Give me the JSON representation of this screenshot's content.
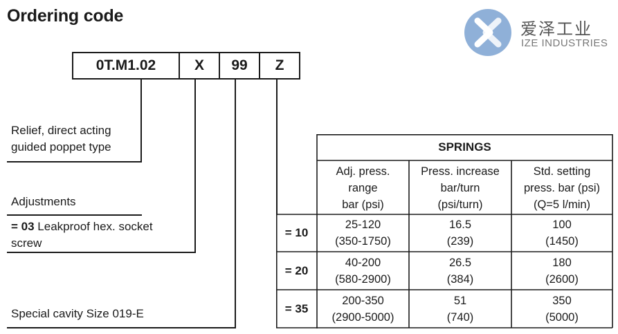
{
  "title": "Ordering code",
  "code": {
    "model": "0T.M1.02",
    "x": "X",
    "n99": "99",
    "z": "Z"
  },
  "labels": {
    "type_line1": "Relief, direct acting",
    "type_line2": "guided poppet type",
    "adjustments": "Adjustments",
    "adj_code": "= 03",
    "adj_desc_line1": " Leakproof hex. socket",
    "adj_desc_line2": "screw",
    "cavity": "Special cavity Size 019-E"
  },
  "table": {
    "title": "SPRINGS",
    "headers": [
      [
        "Adj. press.",
        "range",
        "bar (psi)"
      ],
      [
        "Press. increase",
        "bar/turn",
        "(psi/turn)"
      ],
      [
        "Std. setting",
        "press. bar (psi)",
        "(Q=5 l/min)"
      ]
    ],
    "rows": [
      {
        "code": "= 10",
        "cells": [
          [
            "25-120",
            "(350-1750)"
          ],
          [
            "16.5",
            "(239)"
          ],
          [
            "100",
            "(1450)"
          ]
        ]
      },
      {
        "code": "= 20",
        "cells": [
          [
            "40-200",
            "(580-2900)"
          ],
          [
            "26.5",
            "(384)"
          ],
          [
            "180",
            "(2600)"
          ]
        ]
      },
      {
        "code": "= 35",
        "cells": [
          [
            "200-350",
            "(2900-5000)"
          ],
          [
            "51",
            "(740)"
          ],
          [
            "350",
            "(5000)"
          ]
        ]
      }
    ]
  },
  "watermark": {
    "cn": "爱泽工业",
    "en": "IZE INDUSTRIES",
    "icon": "ize-logo-icon",
    "color": "#7fa3cf"
  }
}
